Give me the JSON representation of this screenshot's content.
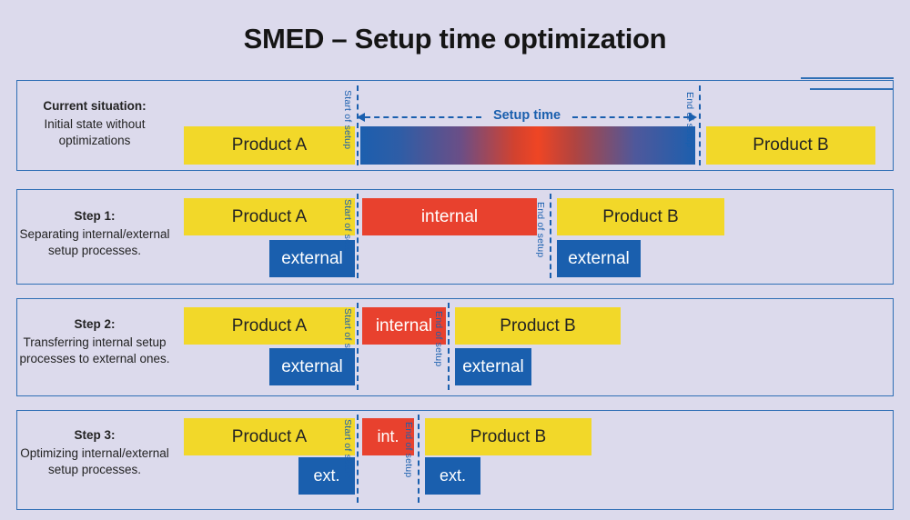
{
  "title": "SMED – Setup time optimization",
  "colors": {
    "background": "#dcdaec",
    "panel_border": "#2f6fb5",
    "product": "#f2d829",
    "external": "#1a5fae",
    "internal": "#e8412e",
    "accent_blue": "#1a5fae",
    "text": "#232323"
  },
  "labels": {
    "start_of_setup": "Start of setup",
    "end_of_setup": "End of setup",
    "setup_time": "Setup time"
  },
  "rows": [
    {
      "caption_title": "Current situation:",
      "caption_body": "Initial state without optimizations",
      "bars": [
        {
          "label": "Product A",
          "kind": "yellow"
        },
        {
          "label": "",
          "kind": "gradient"
        },
        {
          "label": "Product B",
          "kind": "yellow"
        }
      ]
    },
    {
      "caption_title": "Step 1:",
      "caption_body": "Separating internal/external setup processes.",
      "bars": [
        {
          "label": "Product A",
          "kind": "yellow"
        },
        {
          "label": "external",
          "kind": "blue"
        },
        {
          "label": "internal",
          "kind": "red"
        },
        {
          "label": "Product B",
          "kind": "yellow"
        },
        {
          "label": "external",
          "kind": "blue"
        }
      ]
    },
    {
      "caption_title": "Step 2:",
      "caption_body": "Transferring internal setup processes to external ones.",
      "bars": [
        {
          "label": "Product A",
          "kind": "yellow"
        },
        {
          "label": "external",
          "kind": "blue"
        },
        {
          "label": "internal",
          "kind": "red"
        },
        {
          "label": "Product B",
          "kind": "yellow"
        },
        {
          "label": "external",
          "kind": "blue"
        }
      ]
    },
    {
      "caption_title": "Step 3:",
      "caption_body": "Optimizing internal/external setup processes.",
      "bars": [
        {
          "label": "Product A",
          "kind": "yellow"
        },
        {
          "label": "ext.",
          "kind": "blue"
        },
        {
          "label": "int.",
          "kind": "red"
        },
        {
          "label": "Product B",
          "kind": "yellow"
        },
        {
          "label": "ext.",
          "kind": "blue"
        }
      ]
    }
  ]
}
